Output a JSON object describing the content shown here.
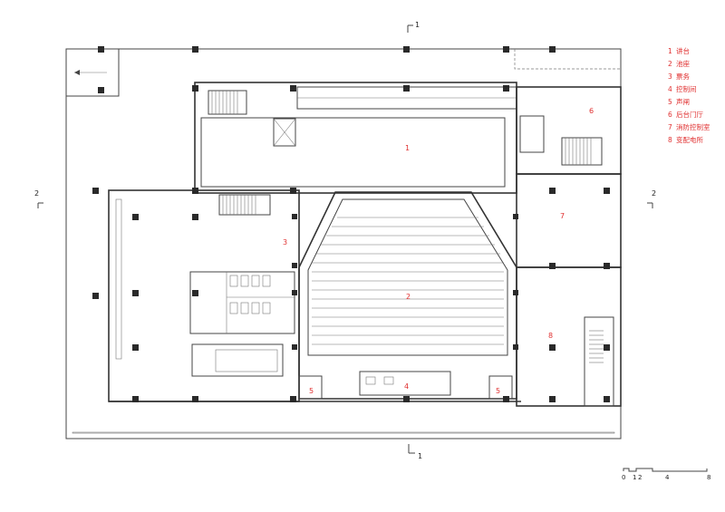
{
  "legend": {
    "items": [
      {
        "num": "1",
        "label": "讲台"
      },
      {
        "num": "2",
        "label": "池座"
      },
      {
        "num": "3",
        "label": "票务"
      },
      {
        "num": "4",
        "label": "控制间"
      },
      {
        "num": "5",
        "label": "声闸"
      },
      {
        "num": "6",
        "label": "后台门厅"
      },
      {
        "num": "7",
        "label": "消防控制室"
      },
      {
        "num": "8",
        "label": "变配电所"
      }
    ]
  },
  "rooms": {
    "r1": "1",
    "r2": "2",
    "r3": "3",
    "r4": "4",
    "r5a": "5",
    "r5b": "5",
    "r6": "6",
    "r7": "7",
    "r8": "8"
  },
  "section_marks": {
    "top": "1",
    "bottom": "1",
    "left": "2",
    "right": "2"
  },
  "scale": {
    "ticks": [
      "0",
      "1",
      "2",
      "4",
      "8"
    ]
  },
  "colors": {
    "room_numbers": "#e03030",
    "lines": "#444444"
  }
}
